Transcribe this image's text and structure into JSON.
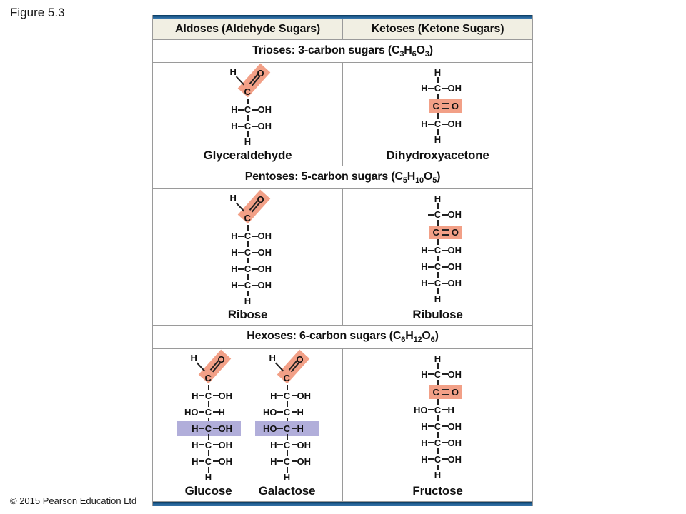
{
  "figure_label": "Figure 5.3",
  "copyright": "© 2015 Pearson Education Ltd",
  "colors": {
    "highlight_salmon": "#f2a087",
    "highlight_purple": "#b1aeda",
    "header_beige": "#f1efe3",
    "table_blue": "#2b6599"
  },
  "table": {
    "header": {
      "aldoses": "Aldoses (Aldehyde Sugars)",
      "ketoses": "Ketoses (Ketone Sugars)"
    },
    "bands": {
      "trioses": {
        "plain_text": "Trioses: 3-carbon sugars (C3H6O3)",
        "segments": [
          {
            "text": "Trioses: 3-carbon sugars (C",
            "sub": "3"
          },
          {
            "text": "H",
            "sub": "6"
          },
          {
            "text": "O",
            "sub": "3"
          },
          {
            "text": ")"
          }
        ]
      },
      "pentoses": {
        "plain_text": "Pentoses: 5-carbon sugars (C5H10O5)",
        "segments": [
          {
            "text": "Pentoses: 5-carbon sugars (C",
            "sub": "5"
          },
          {
            "text": "H",
            "sub": "10"
          },
          {
            "text": "O",
            "sub": "5"
          },
          {
            "text": ")"
          }
        ]
      },
      "hexoses": {
        "plain_text": "Hexoses: 6-carbon sugars (C6H12O6)",
        "segments": [
          {
            "text": "Hexoses: 6-carbon sugars (C",
            "sub": "6"
          },
          {
            "text": "H",
            "sub": "12"
          },
          {
            "text": "O",
            "sub": "6"
          },
          {
            "text": ")"
          }
        ]
      }
    }
  },
  "molecules": {
    "glyceraldehyde": {
      "name": "Glyceraldehyde",
      "rows": [
        {
          "t": "ald",
          "h": "H",
          "c": "C",
          "o": "O"
        },
        {
          "t": "hc",
          "l": "H",
          "c": "C",
          "r": "OH"
        },
        {
          "t": "hc",
          "l": "H",
          "c": "C",
          "r": "OH"
        },
        {
          "t": "h",
          "x": "H"
        }
      ]
    },
    "dihydroxyacetone": {
      "name": "Dihydroxyacetone",
      "rows": [
        {
          "t": "h",
          "x": "H"
        },
        {
          "t": "hc",
          "l": "H",
          "c": "C",
          "r": "OH"
        },
        {
          "t": "co",
          "c": "C",
          "o": "O"
        },
        {
          "t": "hc",
          "l": "H",
          "c": "C",
          "r": "OH"
        },
        {
          "t": "h",
          "x": "H"
        }
      ]
    },
    "ribose": {
      "name": "Ribose",
      "rows": [
        {
          "t": "ald",
          "h": "H",
          "c": "C",
          "o": "O"
        },
        {
          "t": "hc",
          "l": "H",
          "c": "C",
          "r": "OH"
        },
        {
          "t": "hc",
          "l": "H",
          "c": "C",
          "r": "OH"
        },
        {
          "t": "hc",
          "l": "H",
          "c": "C",
          "r": "OH"
        },
        {
          "t": "hc",
          "l": "H",
          "c": "C",
          "r": "OH"
        },
        {
          "t": "h",
          "x": "H"
        }
      ]
    },
    "ribulose": {
      "name": "Ribulose",
      "rows": [
        {
          "t": "h",
          "x": "H"
        },
        {
          "t": "hc",
          "l": "",
          "c": "C",
          "r": "OH"
        },
        {
          "t": "co",
          "c": "C",
          "o": "O"
        },
        {
          "t": "hc",
          "l": "H",
          "c": "C",
          "r": "OH"
        },
        {
          "t": "hc",
          "l": "H",
          "c": "C",
          "r": "OH"
        },
        {
          "t": "hc",
          "l": "H",
          "c": "C",
          "r": "OH"
        },
        {
          "t": "h",
          "x": "H"
        }
      ]
    },
    "glucose": {
      "name": "Glucose",
      "rows": [
        {
          "t": "ald",
          "h": "H",
          "c": "C",
          "o": "O"
        },
        {
          "t": "hc",
          "l": "H",
          "c": "C",
          "r": "OH"
        },
        {
          "t": "hc",
          "l": "HO",
          "c": "C",
          "r": "H"
        },
        {
          "t": "hc",
          "l": "H",
          "c": "C",
          "r": "OH",
          "hl": "purple"
        },
        {
          "t": "hc",
          "l": "H",
          "c": "C",
          "r": "OH"
        },
        {
          "t": "hc",
          "l": "H",
          "c": "C",
          "r": "OH"
        },
        {
          "t": "h",
          "x": "H"
        }
      ]
    },
    "galactose": {
      "name": "Galactose",
      "rows": [
        {
          "t": "ald",
          "h": "H",
          "c": "C",
          "o": "O"
        },
        {
          "t": "hc",
          "l": "H",
          "c": "C",
          "r": "OH"
        },
        {
          "t": "hc",
          "l": "HO",
          "c": "C",
          "r": "H"
        },
        {
          "t": "hc",
          "l": "HO",
          "c": "C",
          "r": "H",
          "hl": "purple"
        },
        {
          "t": "hc",
          "l": "H",
          "c": "C",
          "r": "OH"
        },
        {
          "t": "hc",
          "l": "H",
          "c": "C",
          "r": "OH"
        },
        {
          "t": "h",
          "x": "H"
        }
      ]
    },
    "fructose": {
      "name": "Fructose",
      "rows": [
        {
          "t": "h",
          "x": "H"
        },
        {
          "t": "hc",
          "l": "H",
          "c": "C",
          "r": "OH"
        },
        {
          "t": "co",
          "c": "C",
          "o": "O"
        },
        {
          "t": "hc",
          "l": "HO",
          "c": "C",
          "r": "H"
        },
        {
          "t": "hc",
          "l": "H",
          "c": "C",
          "r": "OH"
        },
        {
          "t": "hc",
          "l": "H",
          "c": "C",
          "r": "OH"
        },
        {
          "t": "hc",
          "l": "H",
          "c": "C",
          "r": "OH"
        },
        {
          "t": "h",
          "x": "H"
        }
      ]
    }
  }
}
